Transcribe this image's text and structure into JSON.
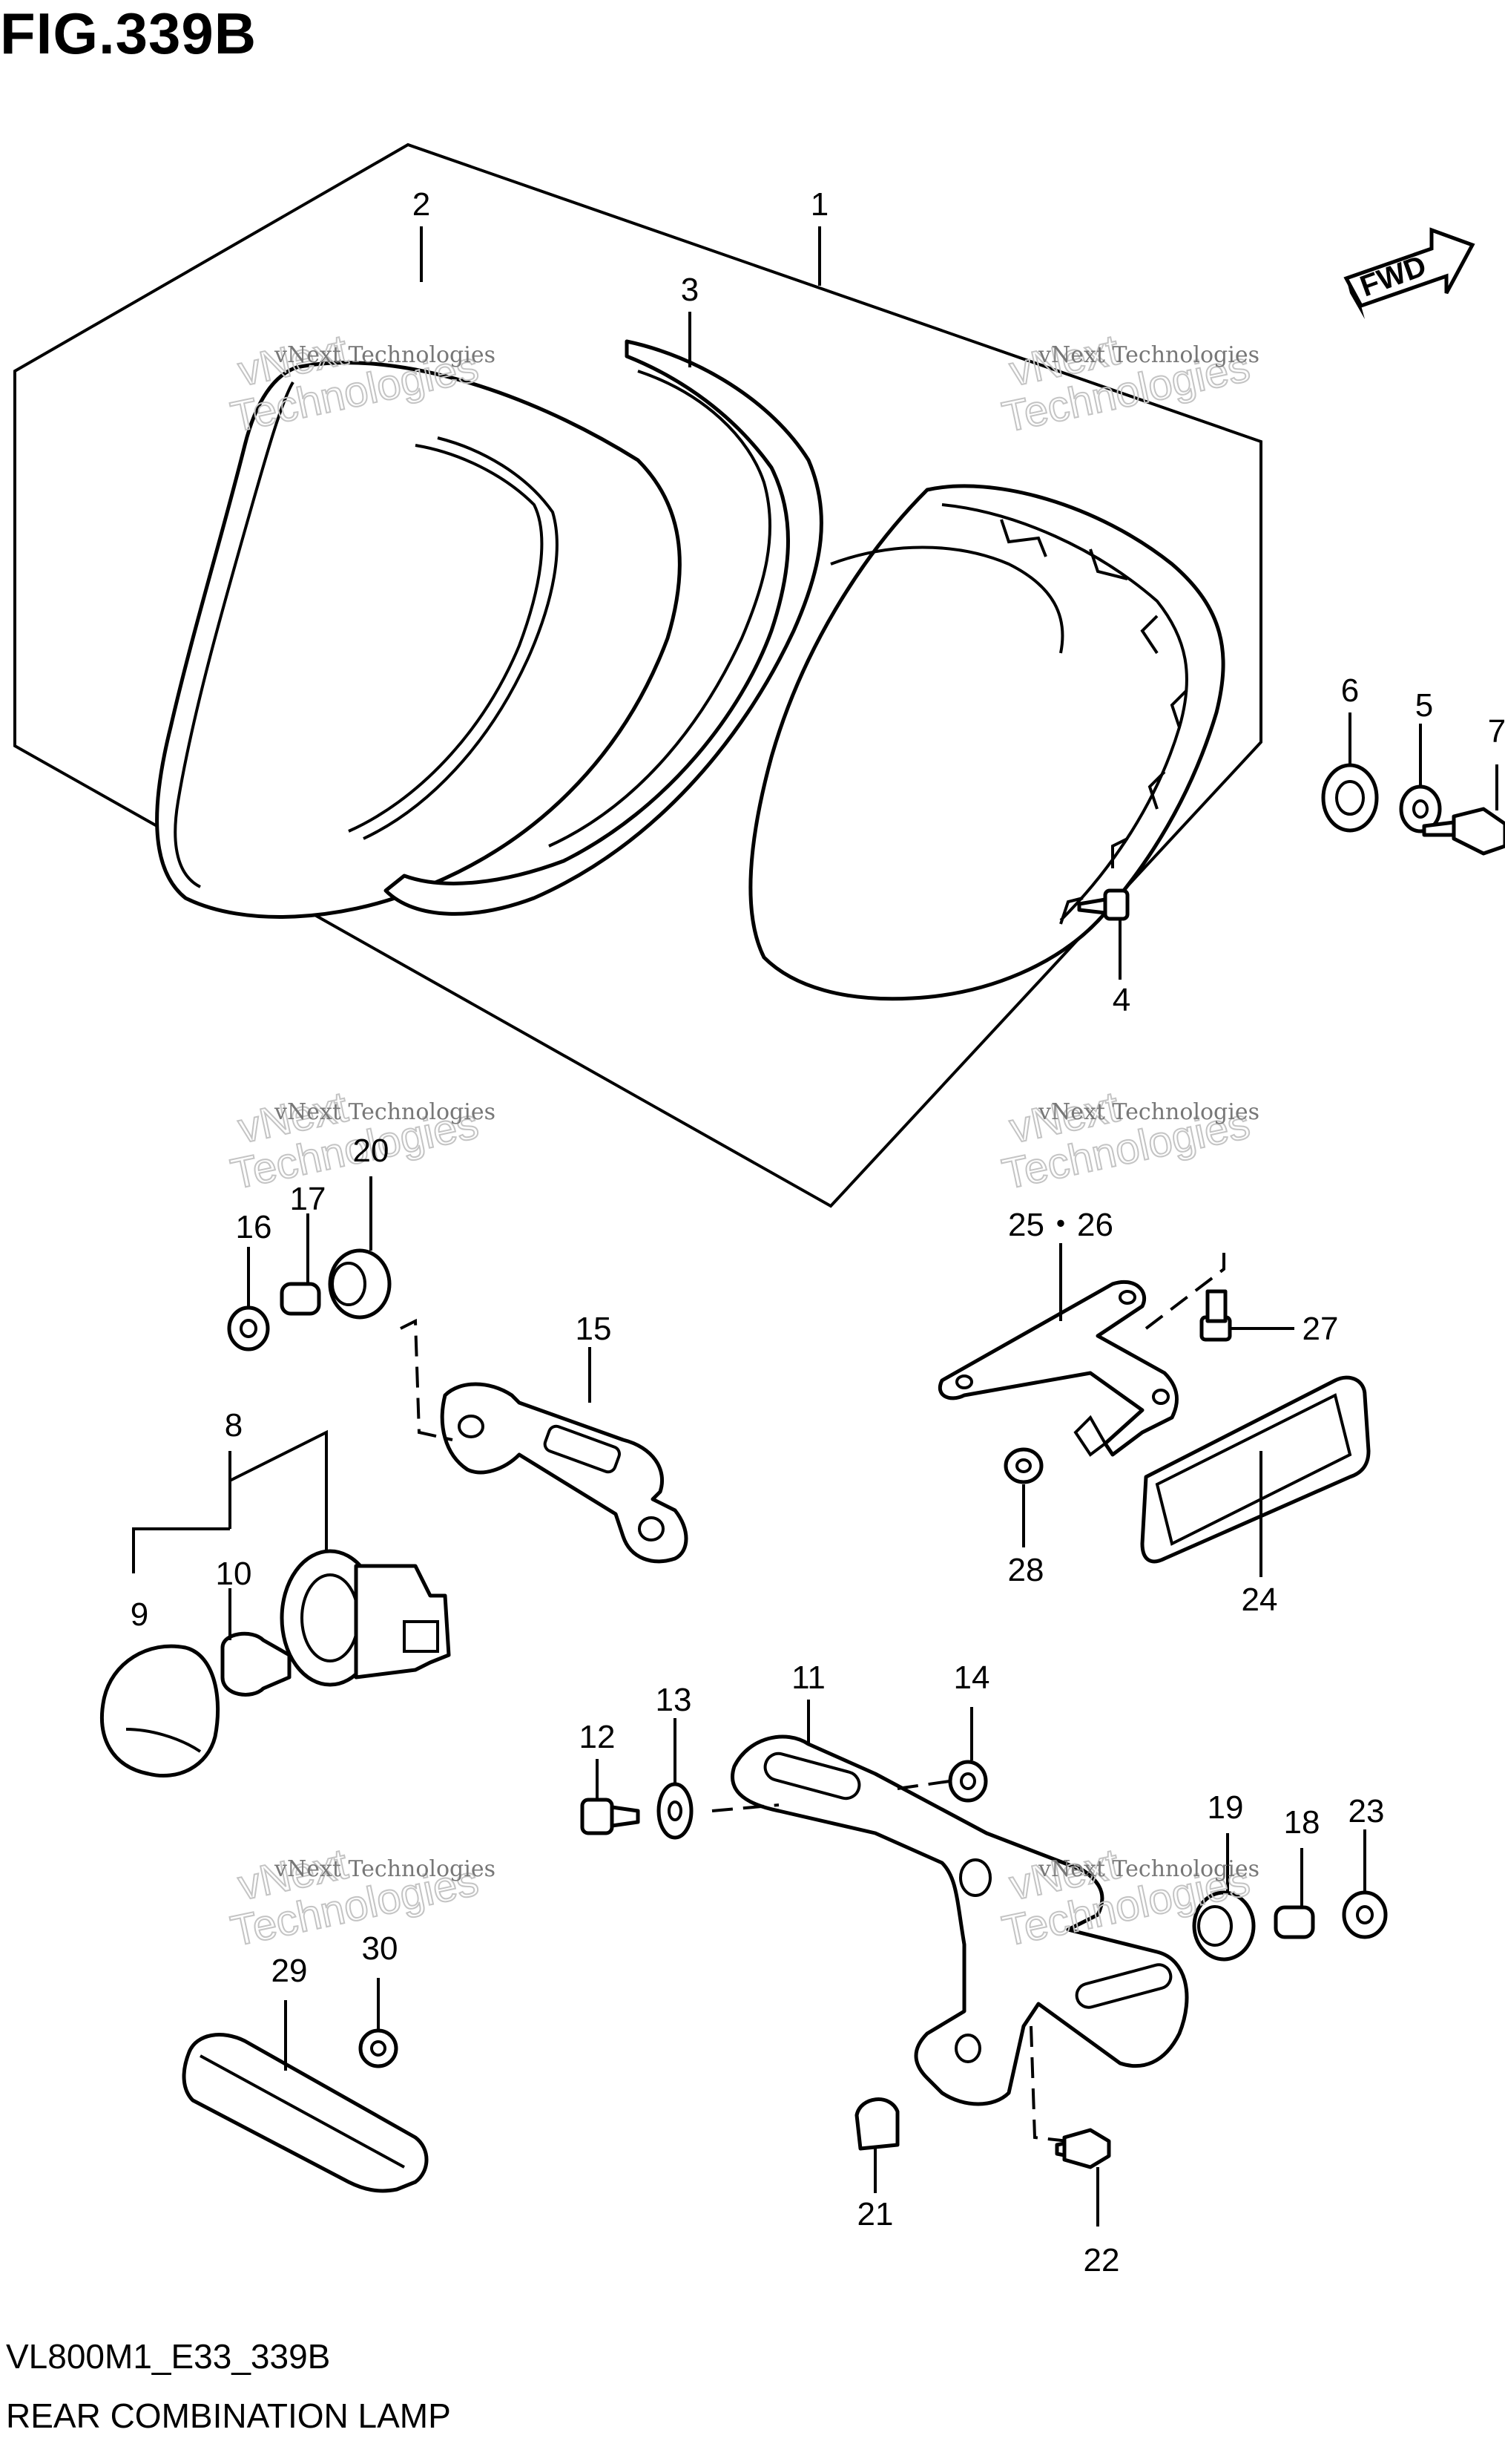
{
  "figure": {
    "title": "FIG.339B",
    "code": "VL800M1_E33_339B",
    "name": "REAR COMBINATION LAMP"
  },
  "direction_label": "FWD",
  "watermark": {
    "small": "vNext Technologies",
    "big_top": "vNext",
    "big_bottom": "Technologies"
  },
  "callouts": [
    {
      "id": "c1",
      "text": "1"
    },
    {
      "id": "c2",
      "text": "2"
    },
    {
      "id": "c3",
      "text": "3"
    },
    {
      "id": "c4",
      "text": "4"
    },
    {
      "id": "c5",
      "text": "5"
    },
    {
      "id": "c6",
      "text": "6"
    },
    {
      "id": "c7",
      "text": "7"
    },
    {
      "id": "c8",
      "text": "8"
    },
    {
      "id": "c9",
      "text": "9"
    },
    {
      "id": "c10",
      "text": "10"
    },
    {
      "id": "c11",
      "text": "11"
    },
    {
      "id": "c12",
      "text": "12"
    },
    {
      "id": "c13",
      "text": "13"
    },
    {
      "id": "c14",
      "text": "14"
    },
    {
      "id": "c15",
      "text": "15"
    },
    {
      "id": "c16",
      "text": "16"
    },
    {
      "id": "c17",
      "text": "17"
    },
    {
      "id": "c18",
      "text": "18"
    },
    {
      "id": "c19",
      "text": "19"
    },
    {
      "id": "c20",
      "text": "20"
    },
    {
      "id": "c21",
      "text": "21"
    },
    {
      "id": "c22",
      "text": "22"
    },
    {
      "id": "c23",
      "text": "23"
    },
    {
      "id": "c24",
      "text": "24"
    },
    {
      "id": "c2526",
      "text": "25・26"
    },
    {
      "id": "c27",
      "text": "27"
    },
    {
      "id": "c28",
      "text": "28"
    },
    {
      "id": "c29",
      "text": "29"
    },
    {
      "id": "c30",
      "text": "30"
    }
  ]
}
